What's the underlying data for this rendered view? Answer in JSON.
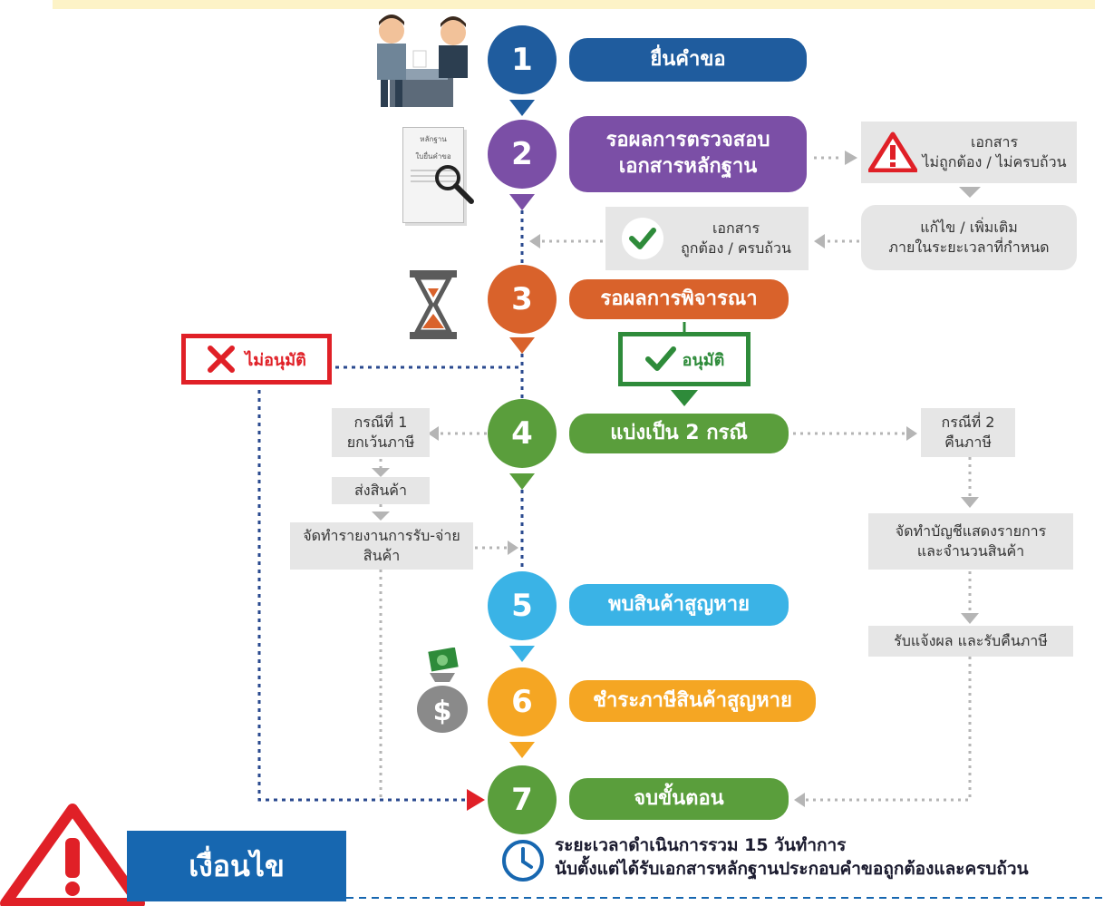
{
  "steps": [
    {
      "num": "1",
      "label": "ยื่นคำขอ",
      "color": "#1f5c9e"
    },
    {
      "num": "2",
      "label_line1": "รอผลการตรวจสอบ",
      "label_line2": "เอกสารหลักฐาน",
      "color": "#7b4fa6"
    },
    {
      "num": "3",
      "label": "รอผลการพิจารณา",
      "color": "#d9622b"
    },
    {
      "num": "4",
      "label": "แบ่งเป็น 2 กรณี",
      "color": "#5a9e3c"
    },
    {
      "num": "5",
      "label": "พบสินค้าสูญหาย",
      "color": "#3ab3e6"
    },
    {
      "num": "6",
      "label": "ชำระภาษีสินค้าสูญหาย",
      "color": "#f5a623"
    },
    {
      "num": "7",
      "label": "จบขั้นตอน",
      "color": "#5a9e3c"
    }
  ],
  "doc_icon": {
    "line1": "หลักฐาน",
    "line2": "ใบยื่นคำขอ"
  },
  "doc_invalid": {
    "line1": "เอกสาร",
    "line2": "ไม่ถูกต้อง / ไม่ครบถ้วน"
  },
  "doc_fix": {
    "line1": "แก้ไข / เพิ่มเติม",
    "line2": "ภายในระยะเวลาที่กำหนด"
  },
  "doc_valid": {
    "line1": "เอกสาร",
    "line2": "ถูกต้อง / ครบถ้วน"
  },
  "reject_label": "ไม่อนุมัติ",
  "approve_label": "อนุมัติ",
  "case1": {
    "line1": "กรณีที่ 1",
    "line2": "ยกเว้นภาษี"
  },
  "case1_ship": "ส่งสินค้า",
  "case1_report": {
    "line1": "จัดทำรายงานการรับ-จ่าย",
    "line2": "สินค้า"
  },
  "case2": {
    "line1": "กรณีที่ 2",
    "line2": "คืนภาษี"
  },
  "case2_account": {
    "line1": "จัดทำบัญชีแสดงรายการ",
    "line2": "และจำนวนสินค้า"
  },
  "case2_refund": "รับแจ้งผล และรับคืนภาษี",
  "conditions_label": "เงื่อนไข",
  "timeline": {
    "line1": "ระยะเวลาดำเนินการรวม 15 วันทำการ",
    "line2": "นับตั้งแต่ได้รับเอกสารหลักฐานประกอบคำขอถูกต้องและครบถ้วน"
  },
  "colors": {
    "red": "#e02027",
    "green": "#2e8b3a",
    "gray": "#e6e6e6",
    "navy": "#1f3f8f",
    "blue": "#1767b0"
  }
}
